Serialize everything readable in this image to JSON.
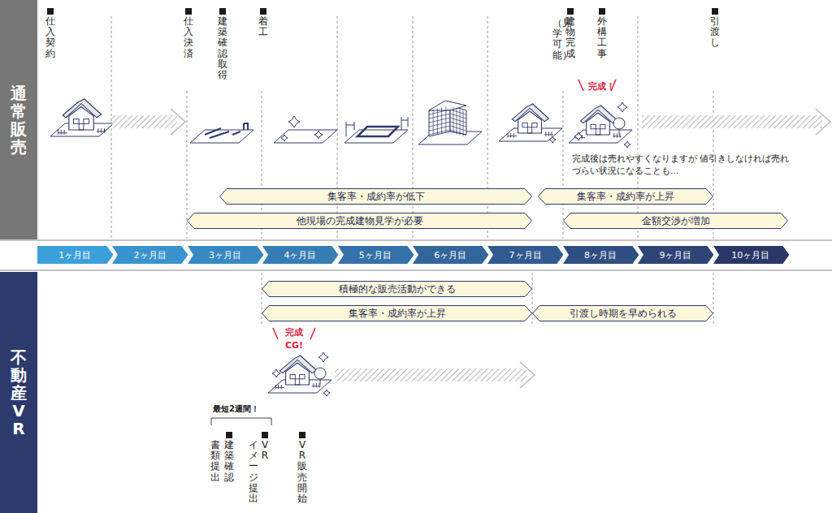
{
  "diagram": {
    "nodes": [
      {
        "text": [
          "通常販売"
        ]
      },
      {
        "text": [
          "集客率・成約率が低下"
        ]
      },
      {
        "text": [
          "集客率・成約率が上昇"
        ]
      },
      {
        "text": [
          "他現場の完成建物見学が必要"
        ]
      },
      {
        "text": [
          "金額交渉が増加"
        ]
      },
      {
        "text": [
          "1ヶ月目"
        ]
      },
      {
        "text": [
          "2ヶ月目"
        ]
      },
      {
        "text": [
          "3ヶ月目"
        ]
      },
      {
        "text": [
          "4ヶ月目"
        ]
      },
      {
        "text": [
          "5ヶ月目"
        ]
      },
      {
        "text": [
          "6ヶ月目"
        ]
      },
      {
        "text": [
          "7ヶ月目"
        ]
      },
      {
        "text": [
          "8ヶ月目"
        ]
      },
      {
        "text": [
          "9ヶ月目"
        ]
      },
      {
        "text": [
          "10ヶ月目"
        ]
      },
      {
        "text": [
          "不動産VR"
        ]
      },
      {
        "text": [
          "積極的な販売活動ができる"
        ]
      },
      {
        "text": [
          "集客率・成約率が上昇"
        ]
      },
      {
        "text": [
          "引渡し時期を早められる"
        ]
      }
    ],
    "labels": [
      "仕入契約",
      "仕入決済",
      "建築確認取得",
      "着工",
      "建物完成",
      "（見学可能）",
      "外構工事",
      "引渡し",
      "完成！",
      "完成後は売れやすくなりますが 値引きしなければ売れづらい状況になることも…",
      "完成 CG!",
      "最短2週間！",
      "建築確認",
      "書類提出",
      "VR",
      "イメージ提出",
      "VR販売開始"
    ]
  }
}
